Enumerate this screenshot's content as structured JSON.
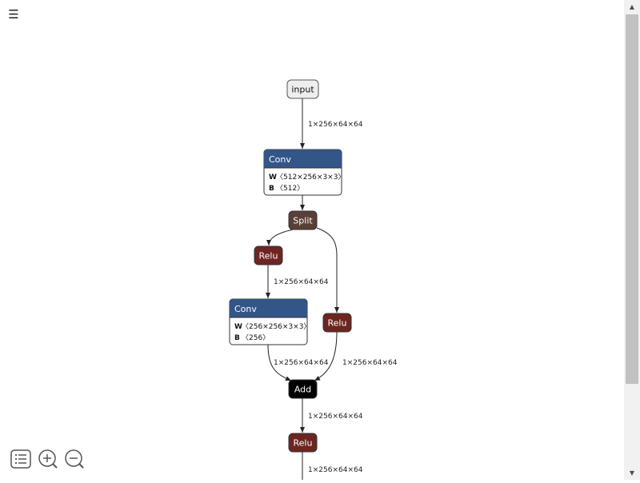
{
  "toolbar": {
    "menu_glyph": "☰",
    "buttons": [
      {
        "name": "sidebar-toggle-button",
        "icon": "list-icon"
      },
      {
        "name": "zoom-in-button",
        "icon": "zoom-in-icon"
      },
      {
        "name": "zoom-out-button",
        "icon": "zoom-out-icon"
      }
    ]
  },
  "graph": {
    "nodes": {
      "input": {
        "label": "input"
      },
      "conv1": {
        "label": "Conv",
        "attrs": [
          {
            "key": "W",
            "value": "〈512×256×3×3〉"
          },
          {
            "key": "B",
            "value": "〈512〉"
          }
        ]
      },
      "split": {
        "label": "Split"
      },
      "relu_left": {
        "label": "Relu"
      },
      "conv2": {
        "label": "Conv",
        "attrs": [
          {
            "key": "W",
            "value": "〈256×256×3×3〉"
          },
          {
            "key": "B",
            "value": "〈256〉"
          }
        ]
      },
      "relu_right": {
        "label": "Relu"
      },
      "add": {
        "label": "Add"
      },
      "relu_bottom": {
        "label": "Relu"
      }
    },
    "edges": {
      "input_conv1": "1×256×64×64",
      "relu_conv2": "1×256×64×64",
      "conv2_add": "1×256×64×64",
      "relu_add": "1×256×64×64",
      "add_relu": "1×256×64×64",
      "relu_out": "1×256×64×64"
    },
    "colors": {
      "conv_header": "#335588",
      "split": "#5a3f37",
      "relu": "#6e2521",
      "add": "#000000",
      "input_fill": "#eeeeee"
    }
  },
  "scrollbar": {
    "up_glyph": "▲",
    "down_glyph": "▼"
  }
}
